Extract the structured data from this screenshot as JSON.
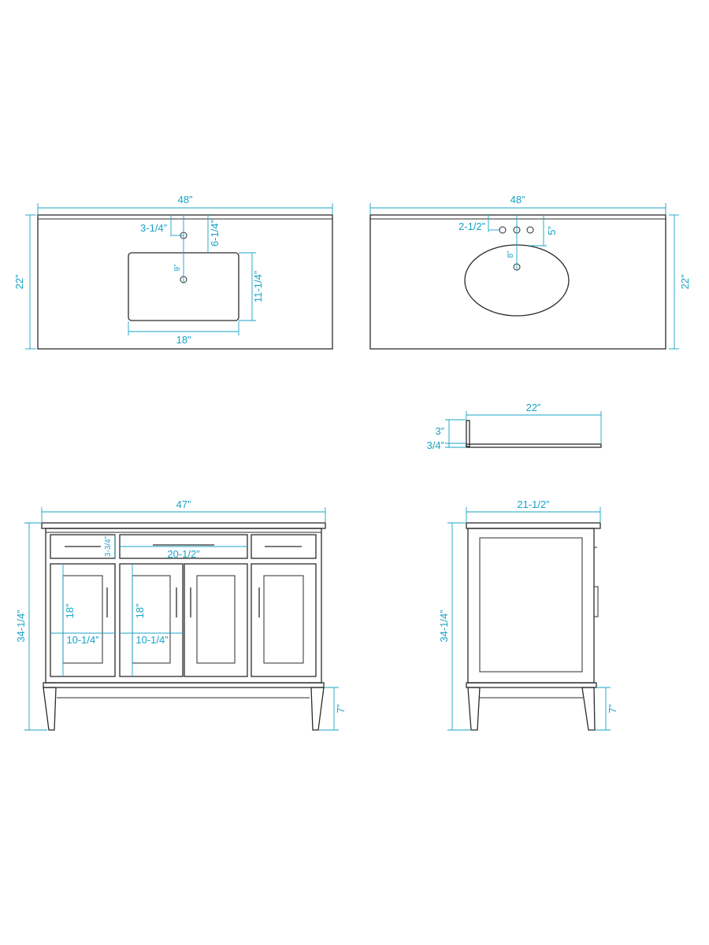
{
  "colors": {
    "object": "#2b2b2b",
    "dimension": "#18a3c4",
    "background": "#ffffff"
  },
  "top_rect_sink": {
    "width": "48”",
    "depth": "22”",
    "faucet_offset": "3-1/4”",
    "faucet_to_bowl": "6-1/4”",
    "drain_depth": "9”",
    "bowl_depth": "11-1/4”",
    "bowl_width": "18”"
  },
  "top_oval_sink": {
    "width": "48”",
    "depth": "22”",
    "faucet_spacing": "2-1/2”",
    "faucet_setback": "5”",
    "drain_depth": "8”"
  },
  "backsplash": {
    "depth": "22”",
    "height": "3”",
    "thickness": "3/4”"
  },
  "front_view": {
    "width": "47”",
    "height": "34-1/4”",
    "drawer_height": "3-3/4”",
    "center_drawer_width": "20-1/2”",
    "door_height_left": "18”",
    "door_height_center": "18”",
    "shelf_width_left": "10-1/4”",
    "shelf_width_center": "10-1/4”",
    "leg_height": "7”"
  },
  "side_view": {
    "depth": "21-1/2”",
    "height": "34-1/4”",
    "leg_height": "7”"
  }
}
